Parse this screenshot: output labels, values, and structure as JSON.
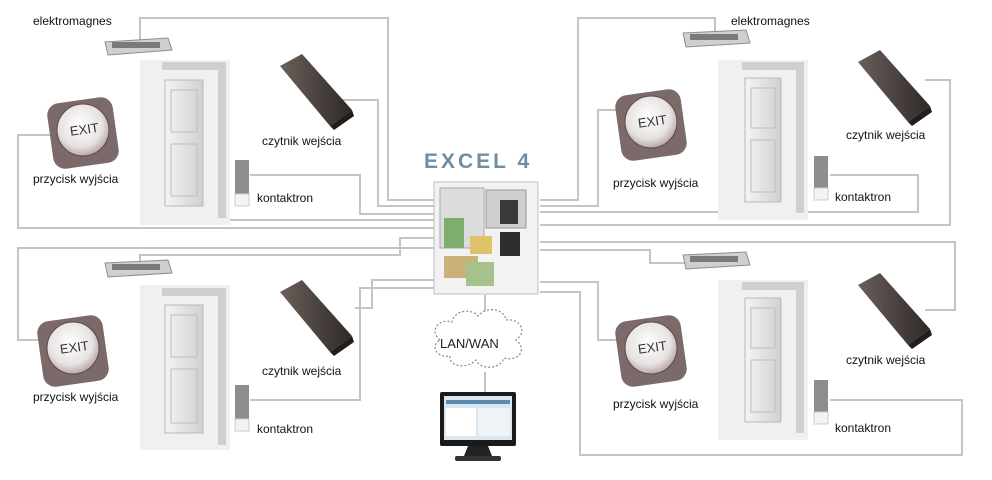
{
  "brand": {
    "logo": "EXCEL 4"
  },
  "network": {
    "label": "LAN/WAN"
  },
  "labels": {
    "magnet": "elektromagnes",
    "reader": "czytnik wejścia",
    "exit_button": "przycisk wyjścia",
    "contact": "kontaktron",
    "exit_text": "EXIT"
  },
  "colors": {
    "wire": "#c8c8c8",
    "door": "#d9d9d9",
    "reader": "#4a4240",
    "exit": "#8a6060"
  }
}
